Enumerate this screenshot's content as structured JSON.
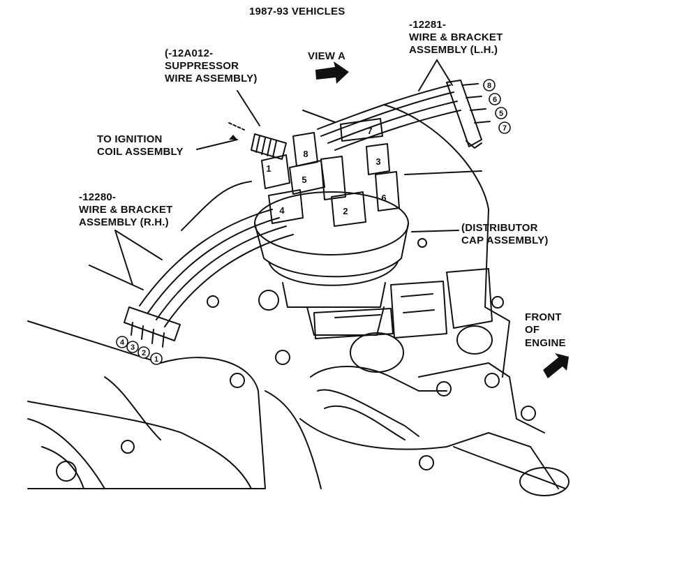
{
  "title": "1987-93 VEHICLES",
  "view_label": "VIEW A",
  "labels": {
    "bracket_lh_part": "-12281-",
    "bracket_lh_line1": "WIRE & BRACKET",
    "bracket_lh_line2": "ASSEMBLY (L.H.)",
    "suppressor_line1": "(-12A012-",
    "suppressor_line2": "SUPPRESSOR",
    "suppressor_line3": "WIRE ASSEMBLY)",
    "coil_line1": "TO IGNITION",
    "coil_line2": "COIL ASSEMBLY",
    "bracket_rh_part": "-12280-",
    "bracket_rh_line1": "WIRE & BRACKET",
    "bracket_rh_line2": "ASSEMBLY (R.H.)",
    "cap_line1": "(DISTRIBUTOR",
    "cap_line2": "CAP ASSEMBLY)",
    "front_line1": "FRONT",
    "front_line2": "OF",
    "front_line3": "ENGINE"
  },
  "lh_bracket_numbers": [
    "8",
    "6",
    "5",
    "7"
  ],
  "rh_bracket_numbers": [
    "4",
    "3",
    "2",
    "1"
  ],
  "cap_terminal_numbers": [
    "8",
    "7",
    "1",
    "5",
    "3",
    "4",
    "2",
    "6"
  ]
}
